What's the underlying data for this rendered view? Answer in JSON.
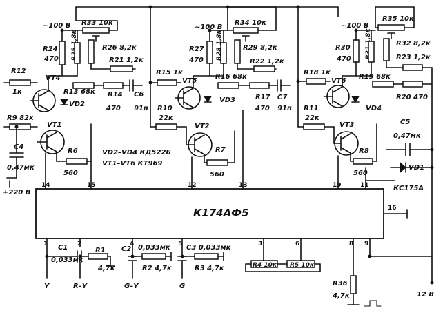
{
  "ic": {
    "name": "К174АФ5"
  },
  "pins": {
    "p1": "1",
    "p2": "2",
    "p3": "3",
    "p4": "4",
    "p5": "5",
    "p6": "6",
    "p8": "8",
    "p9": "9",
    "p11": "11",
    "p12": "12",
    "p13": "13",
    "p14": "14",
    "p15": "15",
    "p16": "16",
    "p19": "19"
  },
  "channel1": {
    "supply": "~100 В",
    "r33": "R33 10к",
    "r24": "R24",
    "r24v": "470",
    "r25": "R25 1,8к",
    "r26": "R26 8,2к",
    "r21": "R21 1,2к",
    "r12": "R12",
    "r12v": "1к",
    "vt4": "VT4",
    "r13": "R13 68к",
    "vd2": "VD2",
    "r14": "R14",
    "r14v": "470",
    "c6": "C6",
    "c6v": "91п",
    "r9": "R9 82к",
    "vt1": "VT1",
    "r6": "R6",
    "c4": "C4",
    "c4v": "0,47мк",
    "r6v": "560"
  },
  "channel2": {
    "supply": "~100 В",
    "r34": "R34 10к",
    "r27": "R27",
    "r27v": "470",
    "r28": "R28 1,8к",
    "r29": "R29 8,2к",
    "r22": "R22 1,2к",
    "r15": "R15 1к",
    "vt5": "VT5",
    "r16": "R16 68к",
    "r10": "R10",
    "r10v": "22к",
    "vd3": "VD3",
    "r17": "R17",
    "r17v": "470",
    "c7": "C7",
    "c7v": "91п",
    "vt2": "VT2",
    "r7": "R7",
    "r7v": "560"
  },
  "channel3": {
    "supply": "~100 В",
    "r35": "R35 10к",
    "r30": "R30",
    "r30v": "470",
    "r31": "R31 1,8к",
    "r32": "R32 8,2к",
    "r23": "R23 1,2к",
    "r18": "R18 1к",
    "vt6": "VT6",
    "r19": "R19 68к",
    "r11": "R11",
    "r11v": "22к",
    "vd4": "VD4",
    "r20": "R20 470",
    "vt3": "VT3",
    "r8": "R8",
    "r8v": "560",
    "c5": "C5",
    "c5v": "0,47мк",
    "vd1": "VD1",
    "vd1type": "КС175А"
  },
  "notes": {
    "diodes": "VD2–VD4  КД522Б",
    "transistors": "VT1–VT6  КТ969"
  },
  "supplies": {
    "v220": "+220 В",
    "v12": "12 В"
  },
  "inputs": {
    "c1": "C1",
    "c1v": "0,033мк",
    "r1": "R1",
    "r1v": "4,7к",
    "y": "Y",
    "c2": "C2",
    "c2v": "0,033мк",
    "r2": "R2 4,7к",
    "ry": "R–Y",
    "gy": "G–Y",
    "c3": "C3 0,033мк",
    "r3": "R3 4,7к",
    "g": "G",
    "r4": "R4 10к",
    "r5": "R5 10к",
    "r36": "R36",
    "r36v": "4,7к"
  }
}
